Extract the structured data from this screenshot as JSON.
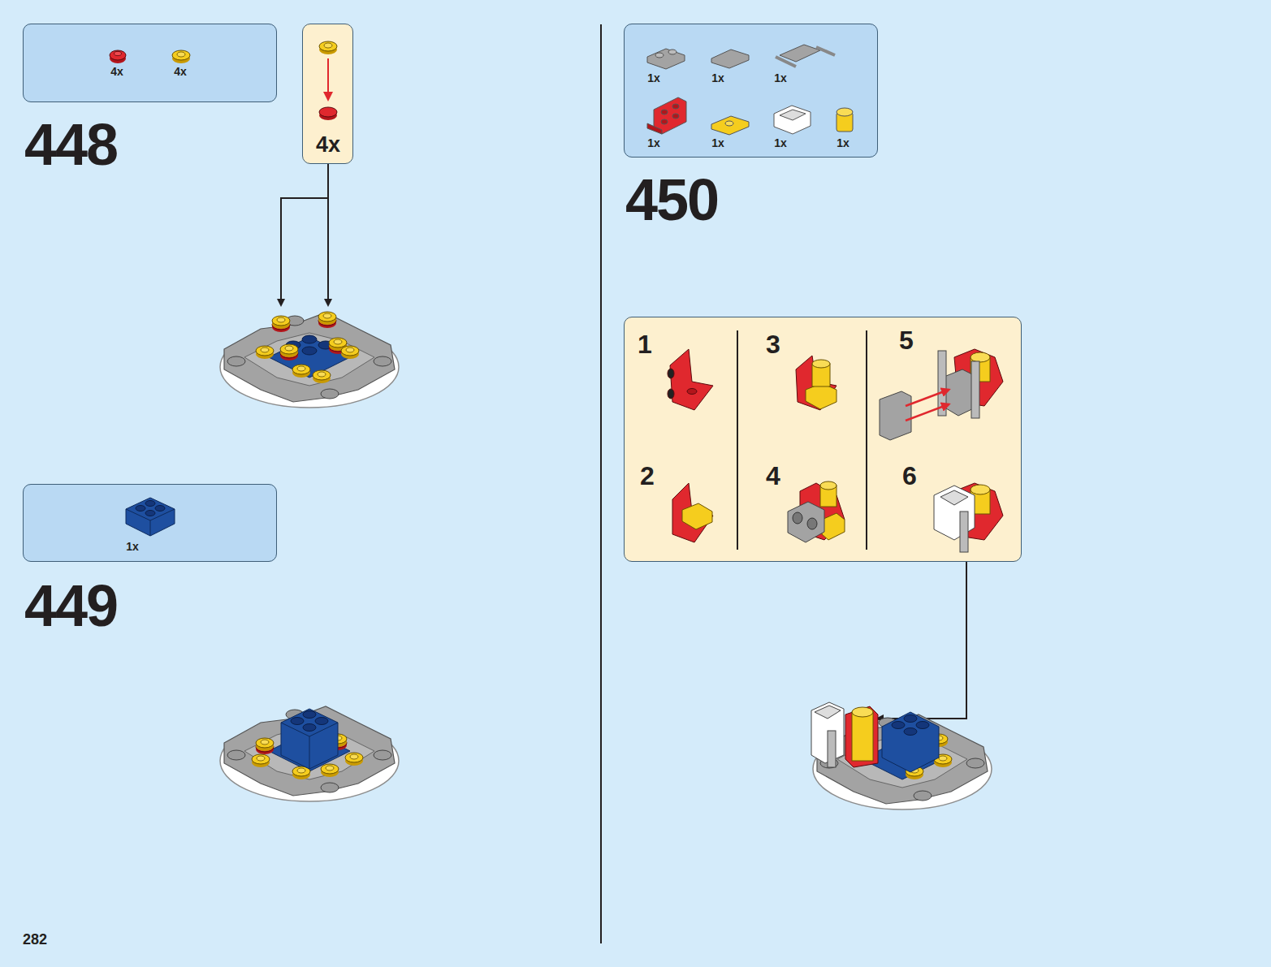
{
  "diagram": {
    "nodes": [
      {
        "text": [
          "4x",
          "4x"
        ]
      },
      {
        "text": [
          "4x"
        ]
      },
      {
        "text": [
          "1x"
        ]
      },
      {
        "text": [
          "1x",
          "1x",
          "1x",
          "1x",
          "1x",
          "1x",
          "1x"
        ]
      },
      {
        "text": [
          "1",
          "3",
          "5",
          "2",
          "4",
          "6"
        ]
      }
    ],
    "edges": [],
    "labels": [
      "448",
      "449",
      "450",
      "282"
    ]
  }
}
